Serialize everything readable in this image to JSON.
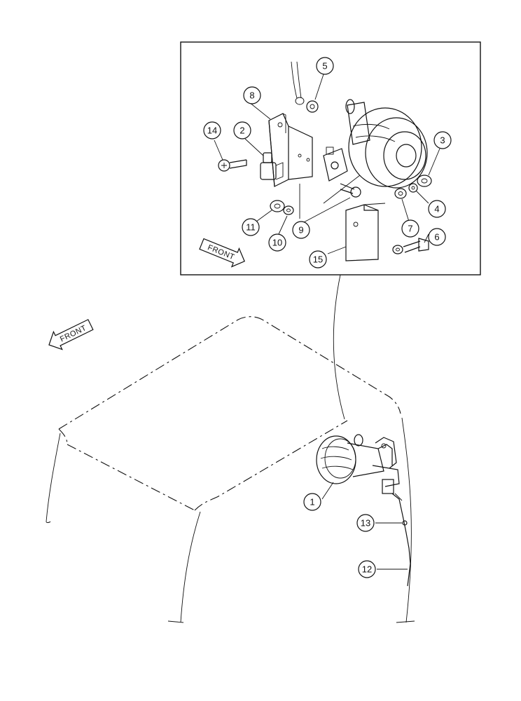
{
  "inset": {
    "front_label": "FRONT"
  },
  "main_view": {
    "front_label": "FRONT"
  },
  "callouts": {
    "c1": "1",
    "c2": "2",
    "c3": "3",
    "c4": "4",
    "c5": "5",
    "c6": "6",
    "c7": "7",
    "c8": "8",
    "c9": "9",
    "c10": "10",
    "c11": "11",
    "c12": "12",
    "c13": "13",
    "c14": "14",
    "c15": "15"
  }
}
